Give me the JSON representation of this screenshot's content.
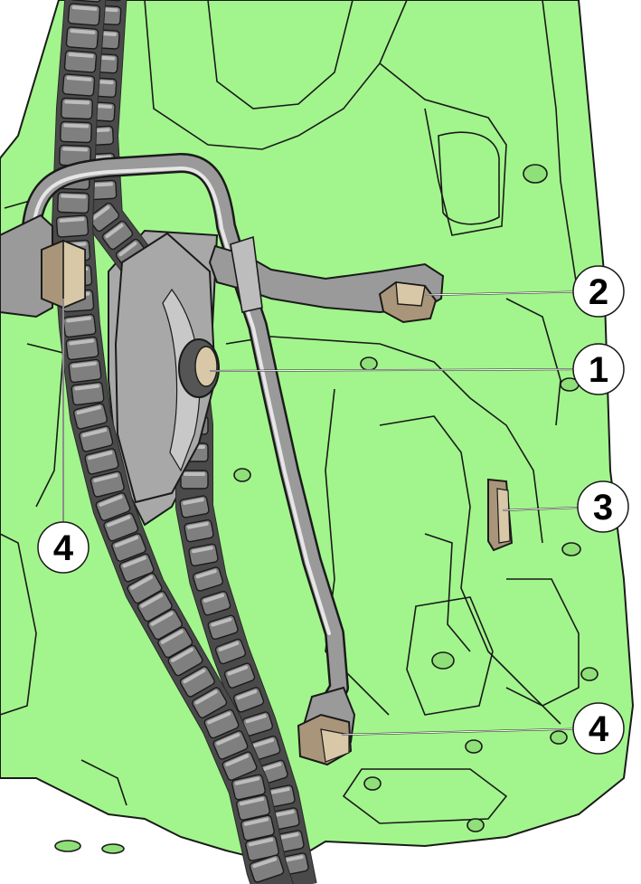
{
  "colors": {
    "background": "#ffffff",
    "casting": "#a2f58c",
    "casting_shadow": "#8fe079",
    "line": "#1a1a1a",
    "chain_roller": "#7f7f7f",
    "chain_plate": "#4a4a4a",
    "tube": "#9a9a9a",
    "tube_highlight": "#e6e6e6",
    "bolt": "#d8c8a8",
    "bolt_shadow": "#a9967a",
    "guide": "#a8a8a8",
    "callout_fill": "#ffffff"
  },
  "callouts": [
    {
      "id": "c2",
      "label": "2"
    },
    {
      "id": "c1",
      "label": "1"
    },
    {
      "id": "c3",
      "label": "3"
    },
    {
      "id": "c4a",
      "label": "4"
    },
    {
      "id": "c4b",
      "label": "4"
    }
  ]
}
